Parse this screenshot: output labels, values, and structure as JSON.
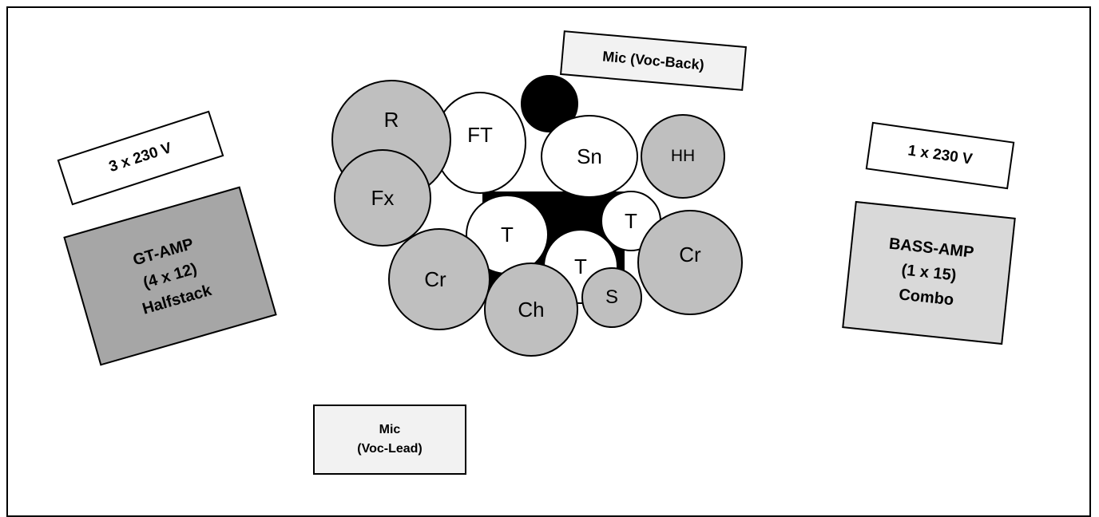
{
  "power_left": "3 x 230 V",
  "power_right": "1 x 230 V",
  "guitar_amp": {
    "line1": "GT-AMP",
    "line2": "(4 x 12)",
    "line3": "Halfstack"
  },
  "bass_amp": {
    "line1": "BASS-AMP",
    "line2": "(1 x 15)",
    "line3": "Combo"
  },
  "mic_back": "Mic (Voc-Back)",
  "mic_lead": {
    "line1": "Mic",
    "line2": "(Voc-Lead)"
  },
  "drums": {
    "ride": "R",
    "floor_tom": "FT",
    "snare": "Sn",
    "hihat": "HH",
    "effects": "Fx",
    "tom_1": "T",
    "tom_2": "T",
    "tom_3": "T",
    "crash_left": "Cr",
    "crash_right": "Cr",
    "china": "Ch",
    "splash": "S"
  },
  "colors": {
    "guitar_amp_fill": "#a6a6a6",
    "bass_amp_fill": "#d9d9d9",
    "cymbal_fill": "#bfbfbf",
    "mic_box_fill": "#f2f2f2"
  }
}
